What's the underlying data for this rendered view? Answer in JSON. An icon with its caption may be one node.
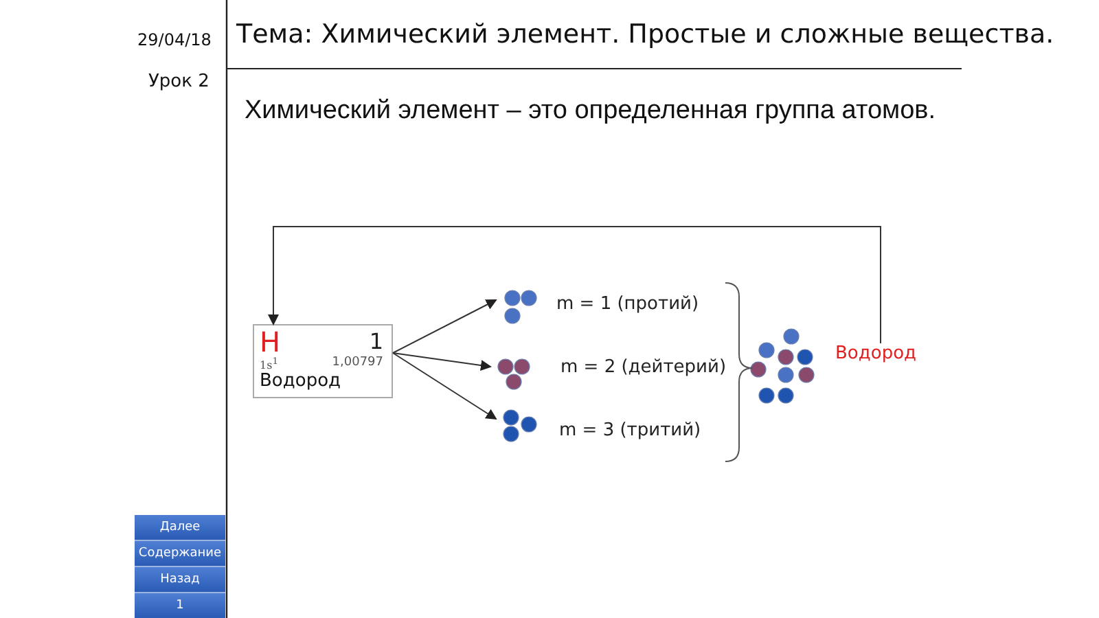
{
  "diagram": {
    "title": "Тема: Химический элемент. Простые и сложные вещества.",
    "nodes": [
      {
        "text": [
          "H",
          "1",
          "1s$^{1}$",
          "1,00797",
          "Водород"
        ]
      },
      {
        "text": [],
        "shape": "circle",
        "beside": [
          "m = 1 (протий)"
        ]
      },
      {
        "text": [],
        "shape": "circle",
        "beside": [
          "m = 2 (дейтерий)"
        ]
      },
      {
        "text": [],
        "shape": "circle",
        "beside": [
          "m = 3 (тритий)"
        ]
      },
      {
        "text": [],
        "shape": "circle"
      },
      {
        "text": [
          "Водород"
        ]
      }
    ],
    "edges": [
      {
        "from": 0,
        "to": 1,
        "arrow": "to"
      },
      {
        "from": 0,
        "to": 2,
        "arrow": "to"
      },
      {
        "from": 0,
        "to": 3,
        "arrow": "to"
      },
      {
        "from": 5,
        "to": 0,
        "arrow": "to"
      }
    ],
    "labels": [
      "29/04/18",
      "Урок 2",
      "Химический элемент – это определенная группа атомов.",
      "Далее",
      "Содержание",
      "Назад",
      "1"
    ]
  }
}
